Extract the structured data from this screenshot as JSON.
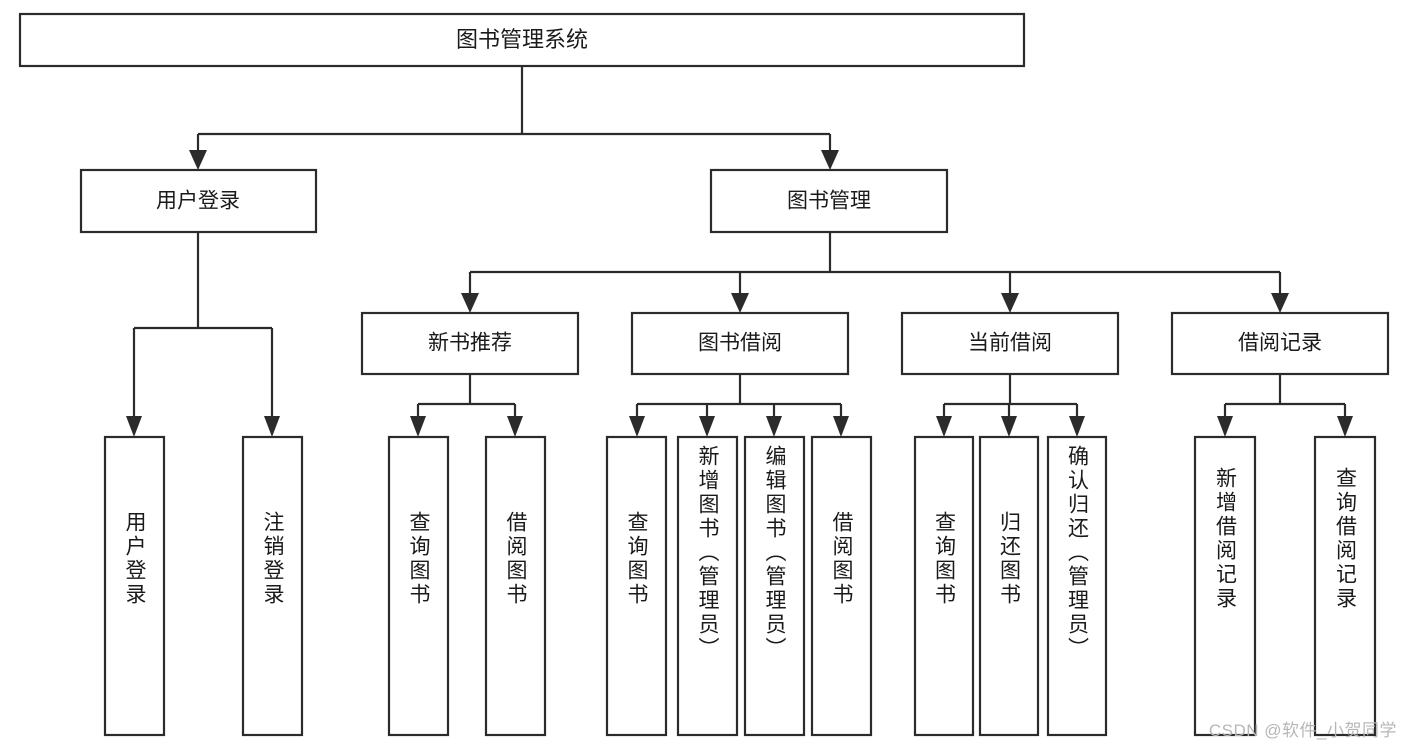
{
  "diagram": {
    "title": "图书管理系统",
    "type": "tree",
    "orientation": "top-down",
    "colors": {
      "background": "#ffffff",
      "box_fill": "#ffffff",
      "box_stroke": "#2b2b2b",
      "text": "#1a1a1a",
      "watermark": "#b7b7b7"
    },
    "root": {
      "label": "图书管理系统"
    },
    "level1": [
      {
        "label": "用户登录"
      },
      {
        "label": "图书管理"
      }
    ],
    "level2": [
      {
        "label": "新书推荐"
      },
      {
        "label": "图书借阅"
      },
      {
        "label": "当前借阅"
      },
      {
        "label": "借阅记录"
      }
    ],
    "leaves": {
      "user_login": [
        {
          "label": "用户登录"
        },
        {
          "label": "注销登录"
        }
      ],
      "new_book": [
        {
          "label": "查询图书"
        },
        {
          "label": "借阅图书"
        }
      ],
      "book_borrow": [
        {
          "label": "查询图书"
        },
        {
          "label": "新增图书（管理员）"
        },
        {
          "label": "编辑图书（管理员）"
        },
        {
          "label": "借阅图书"
        }
      ],
      "current_borrow": [
        {
          "label": "查询图书"
        },
        {
          "label": "归还图书"
        },
        {
          "label": "确认归还（管理员）"
        }
      ],
      "borrow_record": [
        {
          "label": "新增借阅记录"
        },
        {
          "label": "查询借阅记录"
        }
      ]
    }
  },
  "watermark": {
    "text": "CSDN @软件_小贺同学"
  }
}
